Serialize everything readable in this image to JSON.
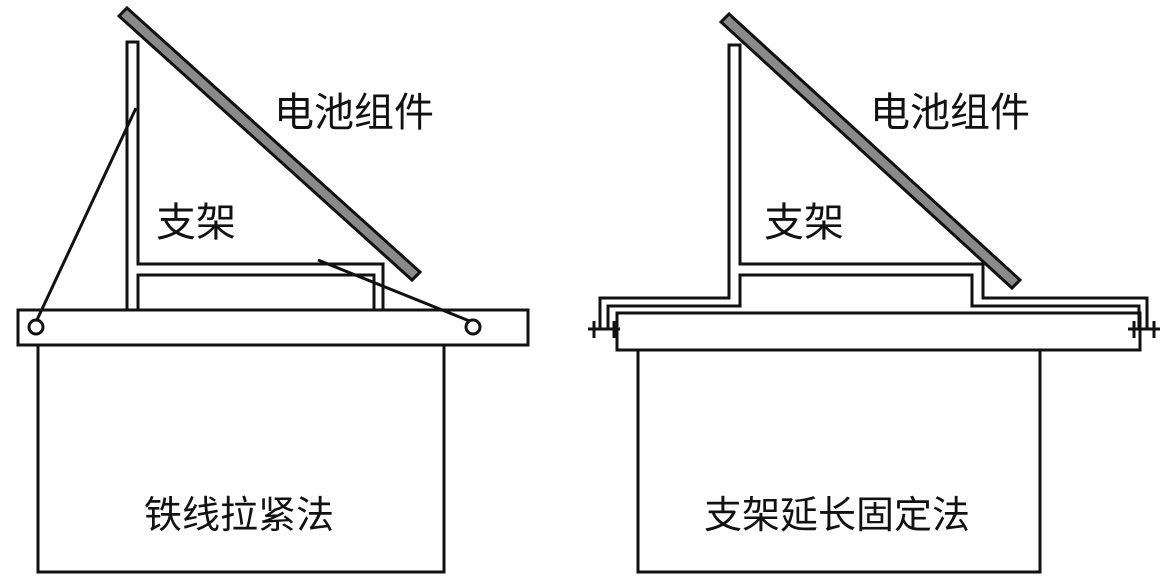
{
  "left_diagram": {
    "module_label": "电池组件",
    "frame_label": "支架",
    "method_label": "铁线拉紧法"
  },
  "right_diagram": {
    "module_label": "电池组件",
    "frame_label": "支架",
    "method_label": "支架延长固定法"
  },
  "colors": {
    "line": "#111111",
    "module_fill": "#8a8a8a",
    "background": "#ffffff"
  }
}
